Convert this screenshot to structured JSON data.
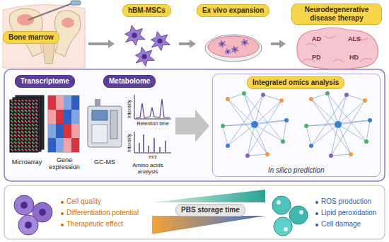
{
  "diagram": {
    "nodes": [
      {
        "text": [
          "Bone marrow"
        ]
      },
      {
        "text": [
          "hBM-MSCs"
        ]
      },
      {
        "text": [
          "Ex vivo expansion"
        ]
      },
      {
        "text": [
          "Neurodegenerative disease therapy"
        ]
      },
      {
        "text": [
          "Transcriptome"
        ]
      },
      {
        "text": [
          "Metabolome"
        ]
      },
      {
        "text": [
          "Integrated omics analysis",
          "In silico prediction"
        ]
      },
      {
        "text": [
          "PBS storage time"
        ]
      }
    ],
    "edges": [
      {
        "from": 0,
        "to": 1,
        "arrow": "to"
      },
      {
        "from": 1,
        "to": 2,
        "arrow": "to"
      },
      {
        "from": 2,
        "to": 3,
        "arrow": "to"
      }
    ],
    "labels": [
      "AD",
      "ALS",
      "PD",
      "HD",
      "Microarray",
      "Gene expression",
      "GC-MS",
      "Intensity",
      "Retention time",
      "Intensity",
      "m/z",
      "Amino acids analysis",
      "Cell quality",
      "Differentiation potential",
      "Therapeutic effect",
      "ROS production",
      "Lipid peroxidation",
      "Cell damage"
    ]
  }
}
